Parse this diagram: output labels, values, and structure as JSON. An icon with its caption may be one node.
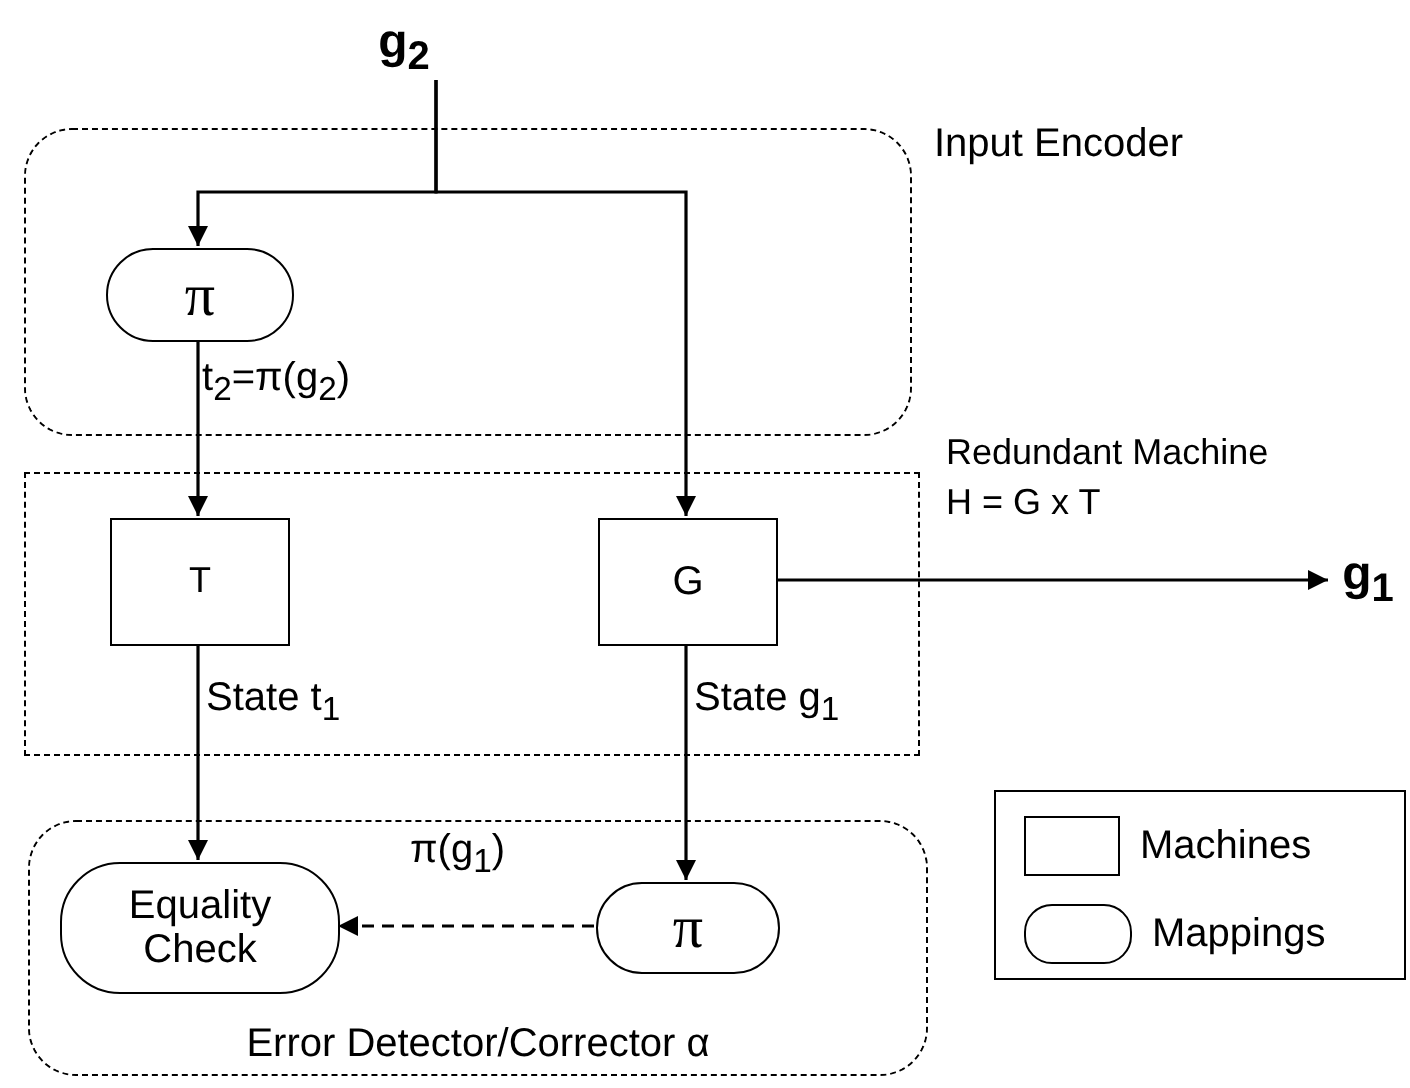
{
  "diagram": {
    "nodes": [
      {
        "text": [
          "Input Encoder"
        ]
      },
      {
        "text": [
          "π"
        ],
        "in": 0
      },
      {
        "text": [
          "Redundant Machine",
          "H = G x T"
        ]
      },
      {
        "text": [
          "T"
        ],
        "in": 2
      },
      {
        "text": [
          "G"
        ],
        "in": 2
      },
      {
        "text": [
          "Error Detector/Corrector α"
        ]
      },
      {
        "text": [
          "Equality Check"
        ],
        "in": 5
      },
      {
        "text": [
          "π"
        ],
        "in": 5
      },
      {
        "text": [
          "g$_{2}$"
        ]
      },
      {
        "text": [
          "g$_{1}$"
        ]
      }
    ],
    "edges": [
      {
        "from": 8,
        "to": 1,
        "arrow": "to"
      },
      {
        "from": 8,
        "to": 4,
        "arrow": "to"
      },
      {
        "from": 1,
        "to": 3,
        "label": "t$_{2}$=π(g$_{2}$)",
        "arrow": "to"
      },
      {
        "from": 4,
        "to": 9,
        "arrow": "to"
      },
      {
        "from": 3,
        "to": 6,
        "label": "State t$_{1}$",
        "arrow": "to"
      },
      {
        "from": 4,
        "to": 7,
        "label": "State g$_{1}$",
        "arrow": "to"
      },
      {
        "from": 7,
        "to": 6,
        "label": "π(g$_{1}$)",
        "arrow": "to",
        "style": "dashed"
      }
    ],
    "legend": [
      {
        "text": "Machines"
      },
      {
        "text": "Mappings"
      }
    ]
  }
}
